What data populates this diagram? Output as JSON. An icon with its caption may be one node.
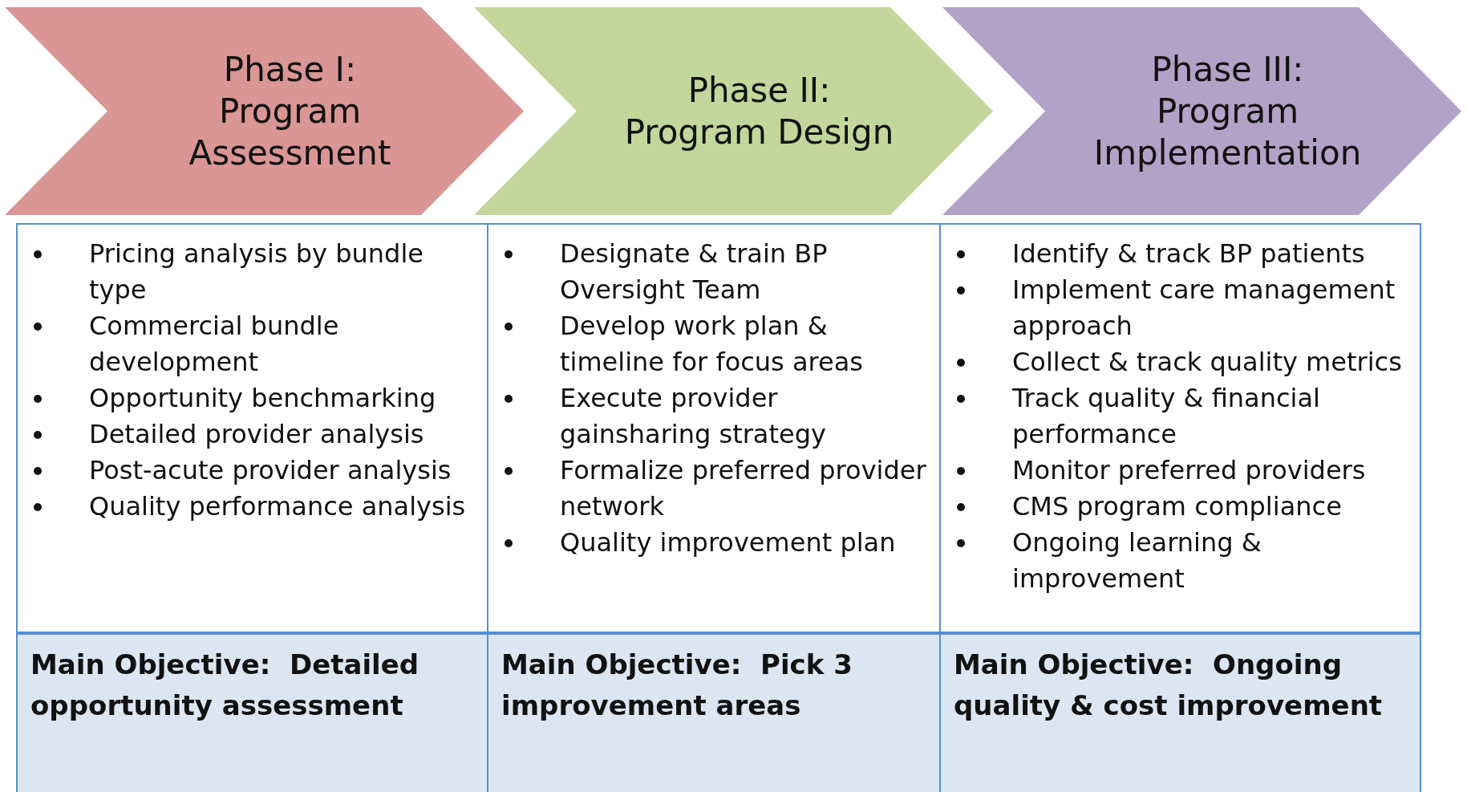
{
  "diagram": {
    "nodes": [
      {
        "text": [
          "Phase I: Program Assessment"
        ]
      },
      {
        "text": [
          "Phase II: Program Design"
        ]
      },
      {
        "text": [
          "Phase III: Program Implementation"
        ]
      },
      {
        "text": [
          "Pricing analysis by bundle type",
          "Commercial bundle development",
          "Opportunity benchmarking",
          "Detailed provider analysis",
          "Post-acute provider analysis",
          "Quality performance analysis"
        ]
      },
      {
        "text": [
          "Designate & train BP Oversight Team",
          "Develop work plan & timeline for focus areas",
          "Execute provider gainsharing strategy",
          "Formalize preferred provider network",
          "Quality improvement plan"
        ]
      },
      {
        "text": [
          "Identify & track BP patients",
          "Implement care management approach",
          "Collect & track quality metrics",
          "Track quality & financial performance",
          "Monitor preferred providers",
          "CMS program compliance",
          "Ongoing learning & improvement"
        ]
      },
      {
        "text": [
          "Main Objective:  Detailed opportunity assessment"
        ]
      },
      {
        "text": [
          "Main Objective:  Pick 3 improvement areas"
        ]
      },
      {
        "text": [
          "Main Objective:  Ongoing quality & cost improvement"
        ]
      }
    ]
  }
}
